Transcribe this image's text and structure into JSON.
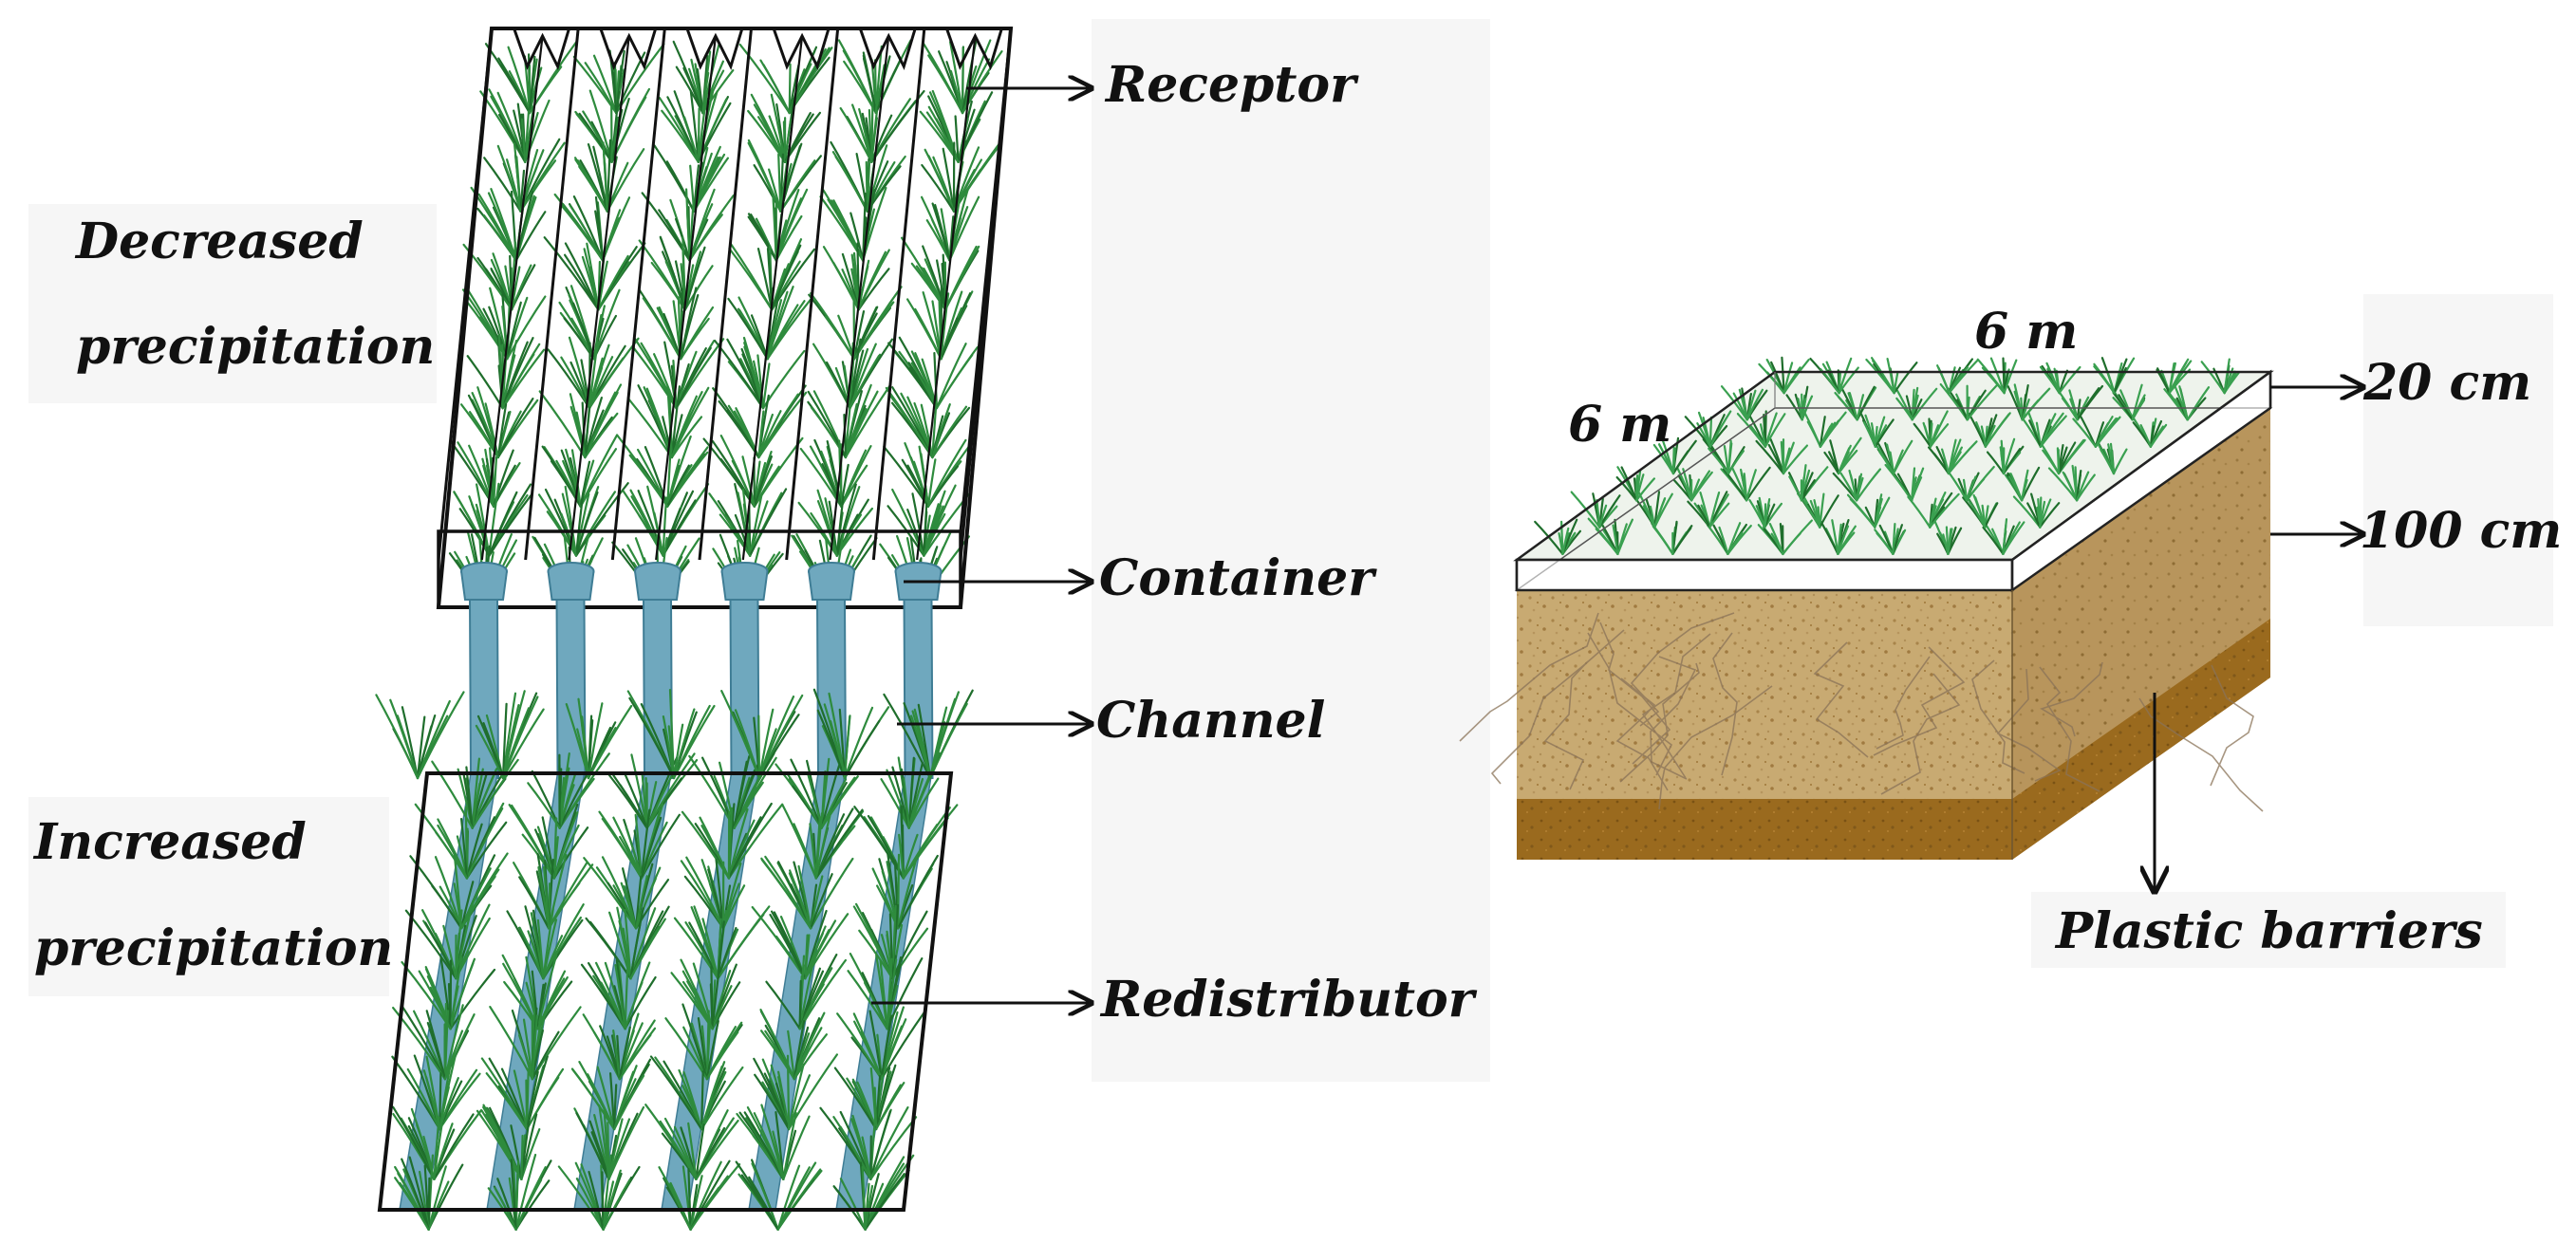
{
  "left_panel": {
    "label_decreased_line1": "Decreased",
    "label_decreased_line2": "precipitation",
    "label_increased_line1": "Increased",
    "label_increased_line2": "precipitation",
    "callout_receptor": "Receptor",
    "callout_container": "Container",
    "callout_channel": "Channel",
    "callout_redistributor": "Redistributor",
    "channel_count": 6
  },
  "right_panel": {
    "dim_width": "6 m",
    "dim_depth": "6 m",
    "callout_20cm": "20 cm",
    "callout_100cm": "100 cm",
    "callout_barriers": "Plastic barriers"
  },
  "colors": {
    "grass": "#2e8b3d",
    "grass_dark": "#1f6e2c",
    "channel": "#6fa8be",
    "channel_dark": "#3f7d95",
    "soil_light": "#c6a870",
    "soil_mid": "#b89660",
    "soil_dark": "#9a6a20",
    "frame": "#111111"
  }
}
